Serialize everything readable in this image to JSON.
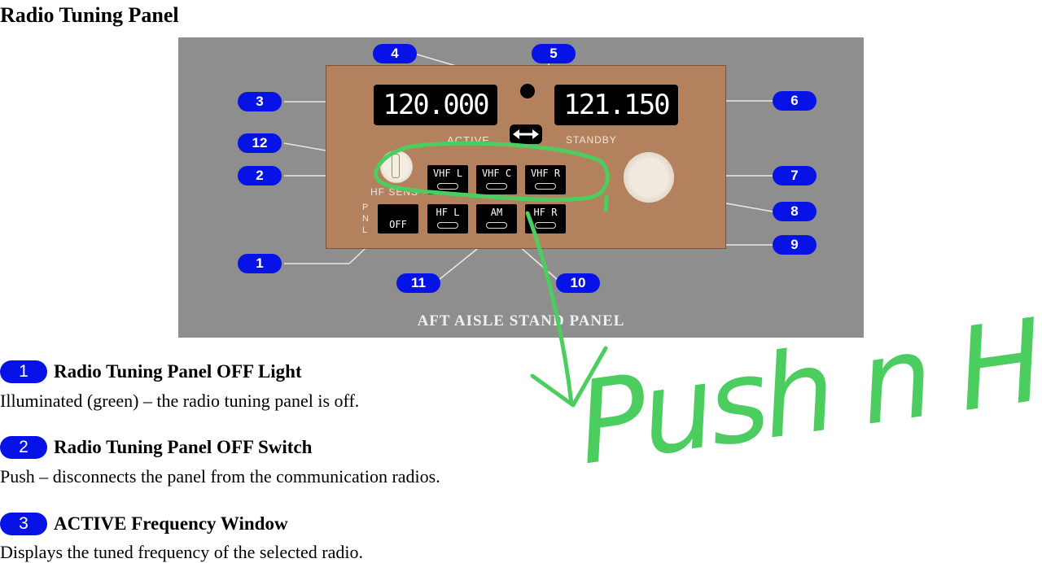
{
  "page_title": "Radio Tuning Panel",
  "figure": {
    "caption": "AFT AISLE STAND PANEL",
    "active_frequency": "120.000",
    "standby_frequency": "121.150",
    "active_label": "ACTIVE",
    "standby_label": "STANDBY",
    "hf_sens_label": "HF SENS",
    "pnl_label": [
      "P",
      "N",
      "L"
    ],
    "off_button": "OFF",
    "buttons_top": [
      "VHF L",
      "VHF C",
      "VHF R"
    ],
    "buttons_bottom": [
      "HF L",
      "AM",
      "HF R"
    ],
    "callouts": [
      "1",
      "2",
      "3",
      "4",
      "5",
      "6",
      "7",
      "8",
      "9",
      "10",
      "11",
      "12"
    ]
  },
  "annotation": {
    "text": "Push n Hold",
    "color": "#4ccd5f"
  },
  "items": [
    {
      "number": "1",
      "title": "Radio Tuning Panel OFF Light",
      "description": "Illuminated (green) – the radio tuning panel is off."
    },
    {
      "number": "2",
      "title": "Radio Tuning Panel OFF Switch",
      "description": "Push – disconnects the panel from the communication radios."
    },
    {
      "number": "3",
      "title": "ACTIVE Frequency Window",
      "description": "Displays the tuned frequency of the selected radio."
    }
  ],
  "colors": {
    "callout_blue": "#0712e6",
    "panel_brown": "#b4815e",
    "figure_gray": "#8e8e8e"
  }
}
